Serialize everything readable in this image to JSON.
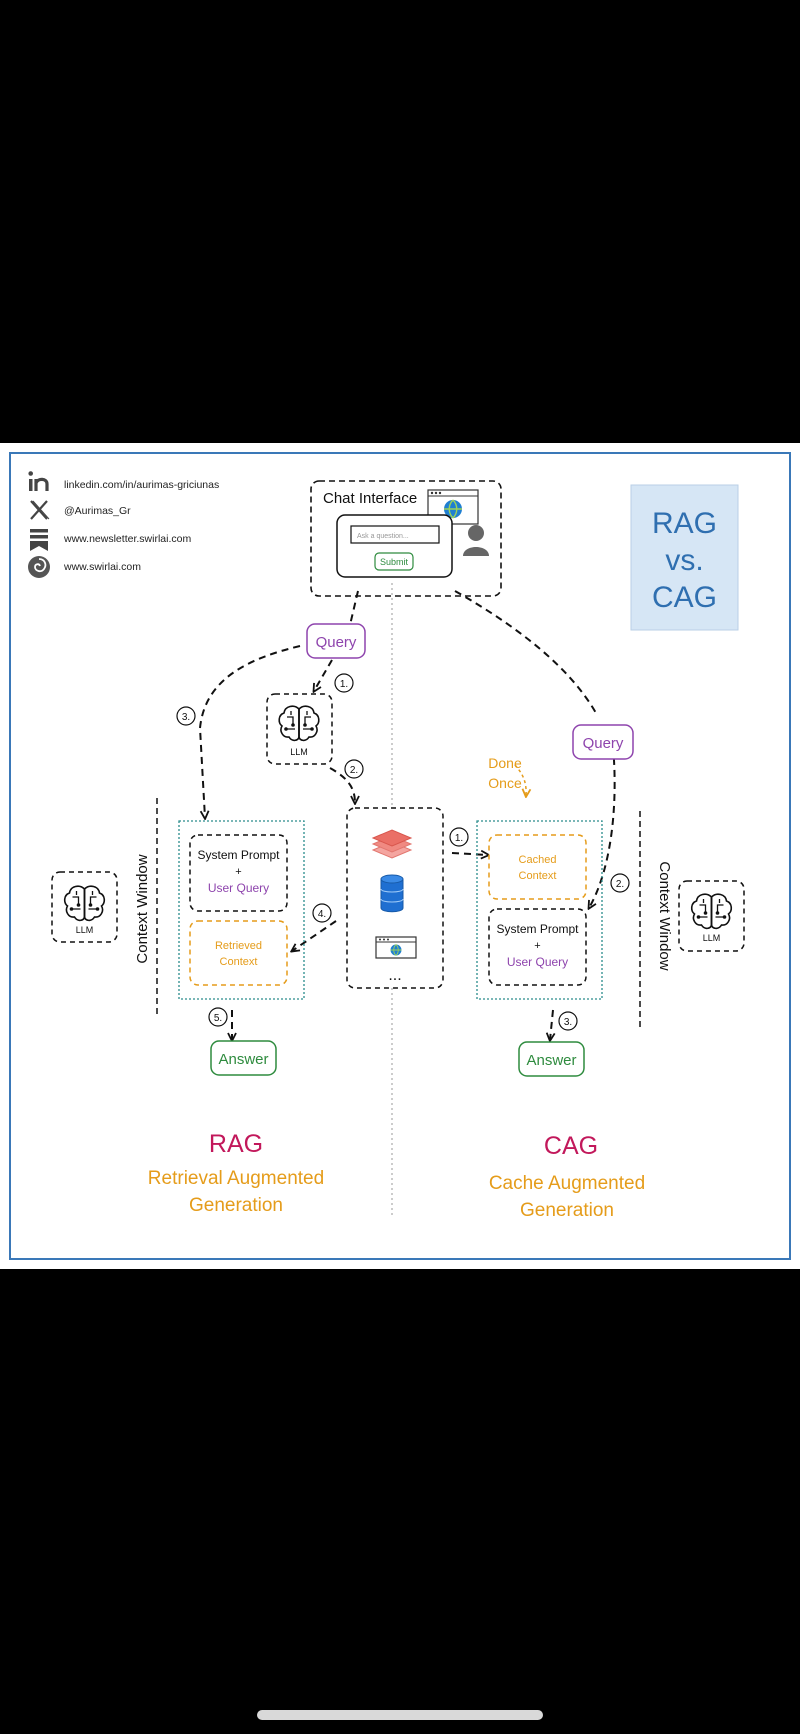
{
  "social": {
    "linkedin": "linkedin.com/in/aurimas-griciunas",
    "x": "@Aurimas_Gr",
    "newsletter": "www.newsletter.swirlai.com",
    "website": "www.swirlai.com"
  },
  "title": {
    "line1": "RAG",
    "line2": "vs.",
    "line3": "CAG"
  },
  "chat": {
    "title": "Chat Interface",
    "input_placeholder": "Ask a question...",
    "submit_label": "Submit"
  },
  "rag": {
    "query": "Query",
    "llm": "LLM",
    "context_llm": "LLM",
    "context_window": "Context Window",
    "system_prompt": "System Prompt",
    "plus": "+",
    "user_query": "User Query",
    "retrieved": "Retrieved",
    "context": "Context",
    "answer": "Answer",
    "steps": {
      "s1": "1.",
      "s2": "2.",
      "s3": "3.",
      "s4": "4.",
      "s5": "5."
    },
    "name": "RAG",
    "sub1": "Retrieval Augmented",
    "sub2": "Generation"
  },
  "sources": {
    "ellipsis": "..."
  },
  "cag": {
    "query": "Query",
    "done": "Done",
    "once": "Once",
    "cached": "Cached",
    "context": "Context",
    "system_prompt": "System Prompt",
    "plus": "+",
    "user_query": "User Query",
    "context_window": "Context Window",
    "context_llm": "LLM",
    "answer": "Answer",
    "steps": {
      "s1": "1.",
      "s2": "2.",
      "s3": "3."
    },
    "name": "CAG",
    "sub1": "Cache Augmented",
    "sub2": "Generation"
  },
  "colors": {
    "frame": "#3a78b8",
    "title_bg": "#d6e6f5",
    "title_text": "#2f6fb0",
    "purple": "#8e44ad",
    "orange": "#e59c1a",
    "green": "#2e8b3e",
    "crimson": "#c2185b",
    "teal": "#2a8c8c"
  },
  "icons": {
    "linkedin": "linkedin-icon",
    "x": "x-icon",
    "newsletter": "newsletter-icon",
    "website": "swirl-icon",
    "brain": "brain-icon",
    "layers": "layers-icon",
    "database": "database-icon",
    "web": "web-page-icon",
    "user": "user-icon",
    "globe": "globe-icon"
  }
}
